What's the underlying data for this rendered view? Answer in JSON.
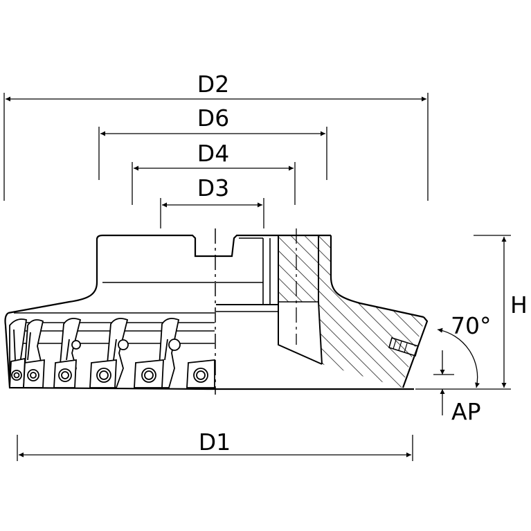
{
  "drawing": {
    "type": "face-mill technical drawing",
    "labels": {
      "d2": "D2",
      "d6": "D6",
      "d4": "D4",
      "d3": "D3",
      "d1": "D1",
      "h": "H",
      "angle": "70°",
      "ap": "AP"
    },
    "colors": {
      "line": "#000000",
      "background": "#ffffff"
    }
  }
}
